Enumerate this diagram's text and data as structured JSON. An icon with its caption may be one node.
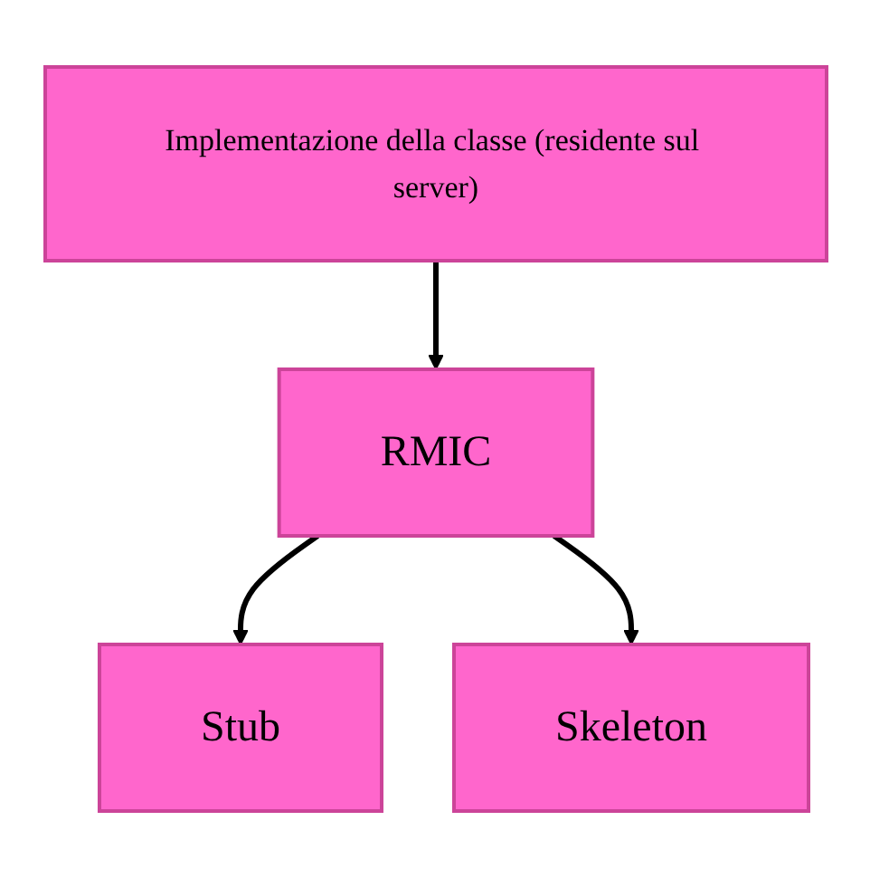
{
  "diagram": {
    "nodes": [
      {
        "text": [
          "Implementazione della classe (residente sul server)"
        ]
      },
      {
        "text": [
          "RMIC"
        ]
      },
      {
        "text": [
          "Stub"
        ]
      },
      {
        "text": [
          "Skeleton"
        ]
      }
    ],
    "edges": [
      {
        "from": 0,
        "to": 1,
        "arrow": "to"
      },
      {
        "from": 1,
        "to": 2,
        "arrow": "to"
      },
      {
        "from": 1,
        "to": 3,
        "arrow": "to"
      }
    ]
  }
}
